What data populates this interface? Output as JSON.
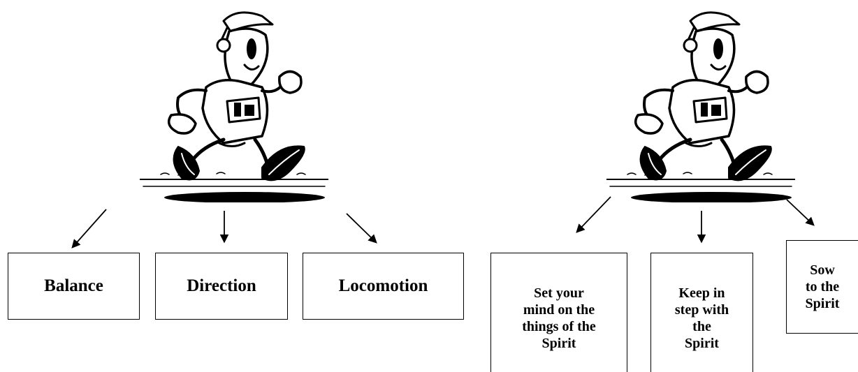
{
  "left_group": {
    "boxes": [
      "Balance",
      "Direction",
      "Locomotion"
    ]
  },
  "right_group": {
    "boxes": [
      "Set your\nmind on the\nthings of the\nSpirit",
      "Keep in\nstep with\nthe\nSpirit",
      "Sow\nto the\nSpirit"
    ]
  },
  "illustration": {
    "icon": "walking-man-icon"
  }
}
